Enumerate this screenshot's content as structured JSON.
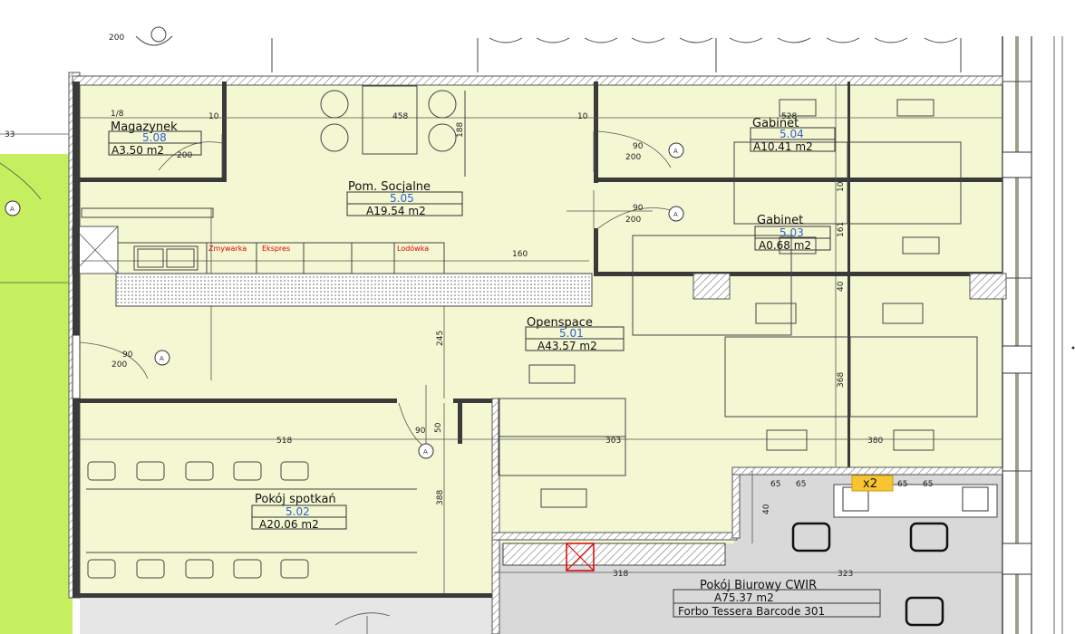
{
  "colors": {
    "floor": "#f3f7d2",
    "corridor": "#c5ef5e",
    "grey_zone": "#d9d9d9",
    "room_number": "#2f5fd0",
    "kitchen_label": "#e00000",
    "badge": "#f7c531"
  },
  "rooms": {
    "magazynek": {
      "name": "Magazynek",
      "number": "5.08",
      "area": "A3.50 m2"
    },
    "socjalne": {
      "name": "Pom. Socjalne",
      "number": "5.05",
      "area": "A19.54 m2"
    },
    "gabinet1": {
      "name": "Gabinet",
      "number": "5.04",
      "area": "A10.41 m2"
    },
    "gabinet2": {
      "name": "Gabinet",
      "number": "5.03",
      "area": "A0.68 m2"
    },
    "openspace": {
      "name": "Openspace",
      "number": "5.01",
      "area": "A43.57 m2"
    },
    "spotkan": {
      "name": "Pokój spotkań",
      "number": "5.02",
      "area": "A20.06 m2"
    },
    "biurowy": {
      "name": "Pokój Biurowy CWIR",
      "area": "A75.37 m2",
      "floor": "Forbo Tessera Barcode 301"
    }
  },
  "kitchen_labels": [
    "Zmywarka",
    "Ekspres",
    "Lodówka"
  ],
  "badge": "x2",
  "dimensions": {
    "d_178": "1/8",
    "d_10a": "10",
    "d_458": "458",
    "d_10b": "10",
    "d_528": "528",
    "d_160": "160",
    "d_518": "518",
    "d_303": "303",
    "d_380": "380",
    "d_323": "323",
    "d_318": "318",
    "d_33": "33",
    "d_200a": "200",
    "d_200b": "200",
    "d_200c": "200",
    "d_200d": "200",
    "d_200e": "200",
    "d_90a": "90",
    "d_90b": "90",
    "d_90c": "90",
    "d_90d": "90",
    "d_188": "188",
    "d_10v": "10",
    "d_161": "161",
    "d_40": "40",
    "d_368": "368",
    "d_245": "245",
    "d_388": "388",
    "d_50": "50",
    "d_40b": "40",
    "d_65a": "65",
    "d_65b": "65",
    "d_65c": "65",
    "d_65d": "65"
  },
  "door_tags": [
    "A",
    "A",
    "A",
    "A",
    "A"
  ]
}
